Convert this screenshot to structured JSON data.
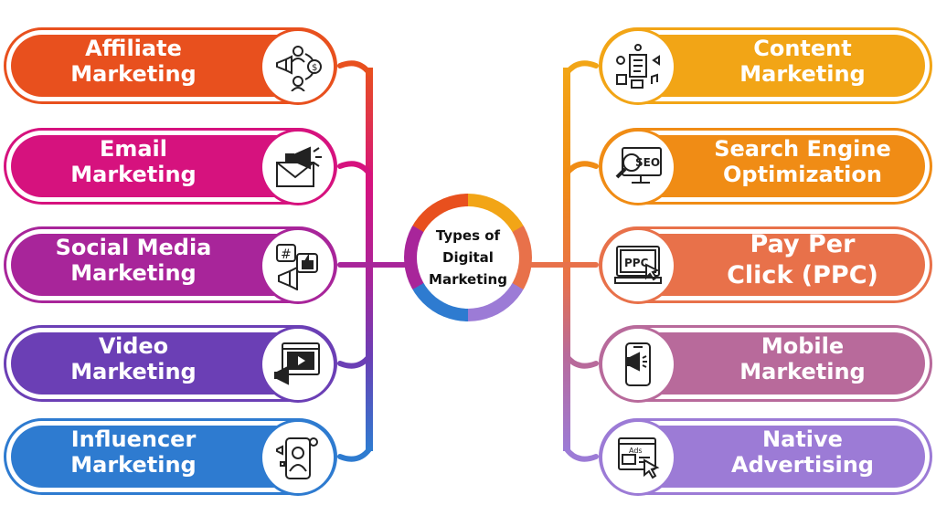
{
  "hub": {
    "title": "Types of\nDigital\nMarketing"
  },
  "left_items": [
    {
      "label": "Affiliate\nMarketing",
      "color": "#E8501E",
      "icon": "affiliate-network-icon"
    },
    {
      "label": "Email\nMarketing",
      "color": "#D6127E",
      "icon": "email-megaphone-icon"
    },
    {
      "label": "Social Media\nMarketing",
      "color": "#A8259A",
      "icon": "social-media-icon"
    },
    {
      "label": "Video\nMarketing",
      "color": "#6B3FB5",
      "icon": "video-player-icon"
    },
    {
      "label": "Influencer\nMarketing",
      "color": "#2E7BD0",
      "icon": "influencer-phone-icon"
    }
  ],
  "right_items": [
    {
      "label": "Content\nMarketing",
      "color": "#F2A516",
      "icon": "content-creation-icon"
    },
    {
      "label": "Search Engine\nOptimization",
      "color": "#F08C15",
      "icon": "seo-monitor-icon"
    },
    {
      "label": "Pay Per\nClick (PPC)",
      "color": "#E8714A",
      "icon": "ppc-click-icon"
    },
    {
      "label": "Mobile\nMarketing",
      "color": "#B86A9B",
      "icon": "mobile-megaphone-icon"
    },
    {
      "label": "Native\nAdvertising",
      "color": "#9C7BD6",
      "icon": "native-ads-icon"
    }
  ],
  "icon_labels": {
    "seo": "SEO",
    "ppc": "PPC",
    "ads": "Ads"
  }
}
